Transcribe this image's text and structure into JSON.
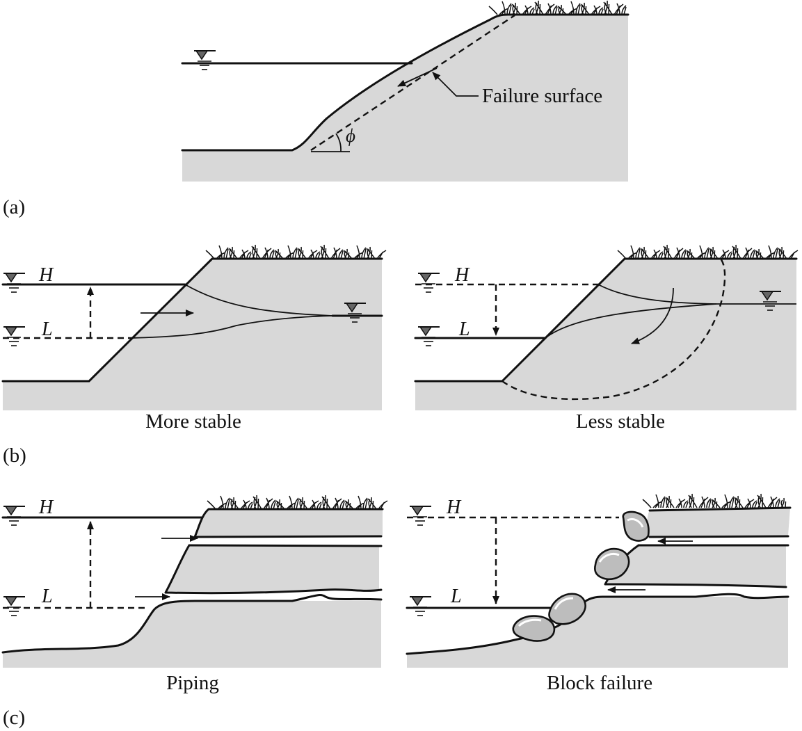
{
  "panel_a": {
    "label": "(a)",
    "failure_label": "Failure surface",
    "angle_symbol": "ϕ"
  },
  "panel_b": {
    "label": "(b)",
    "left_caption": "More stable",
    "right_caption": "Less stable",
    "high_level": "H",
    "low_level": "L"
  },
  "panel_c": {
    "label": "(c)",
    "left_caption": "Piping",
    "right_caption": "Block failure",
    "high_level": "H",
    "low_level": "L"
  }
}
